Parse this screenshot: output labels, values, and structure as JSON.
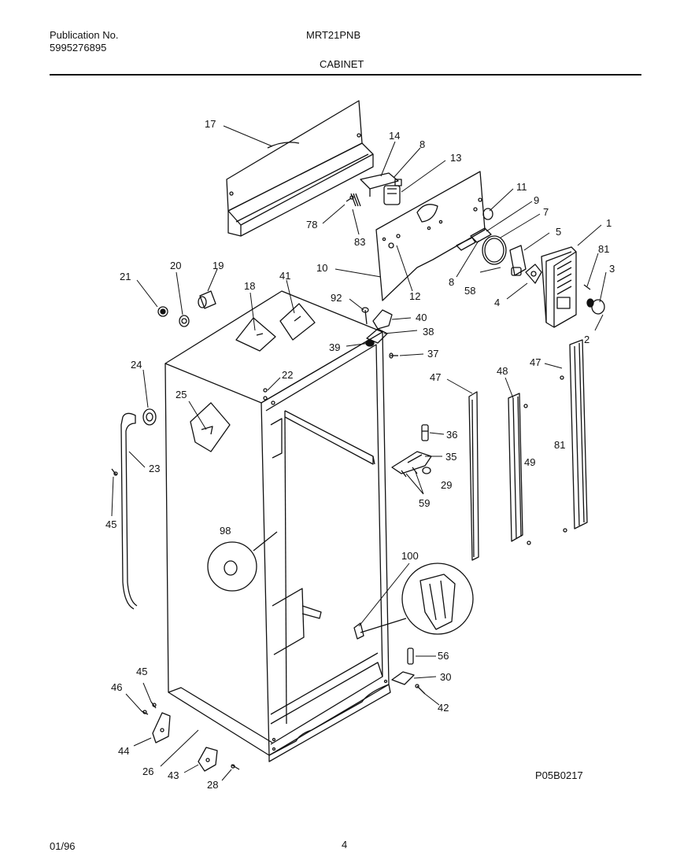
{
  "header": {
    "publication_label": "Publication No.",
    "publication_number": "5995276895",
    "model": "MRT21PNB",
    "section": "CABINET"
  },
  "figure": {
    "code": "P05B0217",
    "part_labels": {
      "p17": "17",
      "p14": "14",
      "p8a": "8",
      "p13": "13",
      "p11": "11",
      "p9": "9",
      "p7": "7",
      "p1": "1",
      "p5": "5",
      "p81a": "81",
      "p3": "3",
      "p2": "2",
      "p78": "78",
      "p83": "83",
      "p10": "10",
      "p12": "12",
      "p8b": "8",
      "p58": "58",
      "p4": "4",
      "p21": "21",
      "p20": "20",
      "p19": "19",
      "p18": "18",
      "p41": "41",
      "p92": "92",
      "p40": "40",
      "p38": "38",
      "p39": "39",
      "p37": "37",
      "p24": "24",
      "p22": "22",
      "p25": "25",
      "p47a": "47",
      "p48": "48",
      "p47b": "47",
      "p36": "36",
      "p35": "35",
      "p29": "29",
      "p59": "59",
      "p23": "23",
      "p45a": "45",
      "p49": "49",
      "p81b": "81",
      "p98": "98",
      "p100": "100",
      "p56": "56",
      "p30": "30",
      "p42": "42",
      "p45b": "45",
      "p46": "46",
      "p44": "44",
      "p26": "26",
      "p43": "43",
      "p28": "28"
    }
  },
  "footer": {
    "date": "01/96",
    "page": "4"
  }
}
